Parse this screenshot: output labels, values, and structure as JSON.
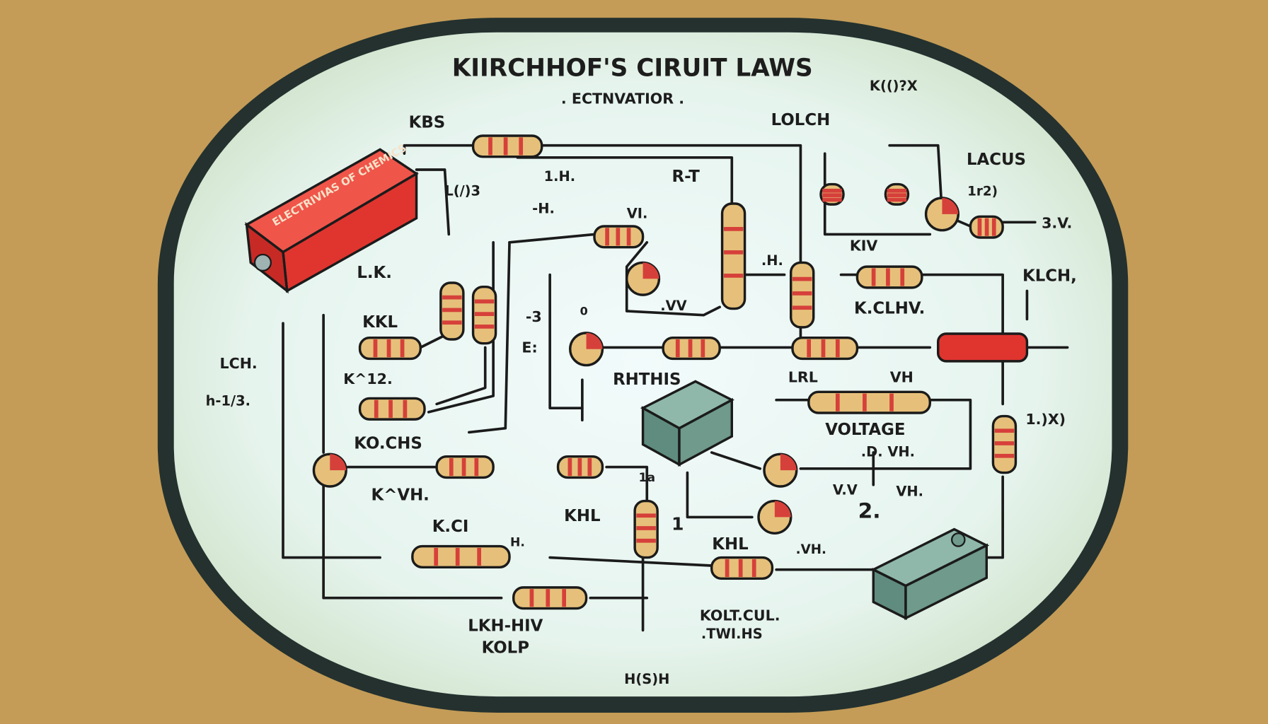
{
  "title": "KIIRCHHOF'S CIRUIT LAWS",
  "subtitle": ". ECTNVATIOR .",
  "battery_label": "ELECTRIVIAS OF CHEMICS",
  "colors": {
    "background": "#c49c57",
    "frame": "#24312f",
    "panel": "#eaf5f1",
    "battery": "#e0352f",
    "resistor": "#e6c07a",
    "band": "#d6403a",
    "device": "#6f9a8c"
  },
  "labels": [
    {
      "id": "kbs",
      "text": "KBS"
    },
    {
      "id": "lolch",
      "text": "LOLCH"
    },
    {
      "id": "kx",
      "text": "K(()?X"
    },
    {
      "id": "lacus",
      "text": "LACUS"
    },
    {
      "id": "lr2",
      "text": "1r2)"
    },
    {
      "id": "1h",
      "text": "1.H."
    },
    {
      "id": "rt",
      "text": "R-T"
    },
    {
      "id": "l3",
      "text": "L(/)3"
    },
    {
      "id": "h1",
      "text": "-H."
    },
    {
      "id": "vi",
      "text": "VI."
    },
    {
      "id": "3v",
      "text": "3.V."
    },
    {
      "id": "kiv",
      "text": "KIV"
    },
    {
      "id": "lk",
      "text": "L.K."
    },
    {
      "id": "h2",
      "text": ".H."
    },
    {
      "id": "klch",
      "text": "KLCH,"
    },
    {
      "id": "kclhv",
      "text": "K.CLHV."
    },
    {
      "id": "vv",
      "text": ".VV"
    },
    {
      "id": "kkl",
      "text": "KKL"
    },
    {
      "id": "m3",
      "text": "-3"
    },
    {
      "id": "e",
      "text": "E:"
    },
    {
      "id": "lch",
      "text": "LCH."
    },
    {
      "id": "rhthis",
      "text": "RHTHIS"
    },
    {
      "id": "lrl",
      "text": "LRL"
    },
    {
      "id": "vh1",
      "text": "VH"
    },
    {
      "id": "k12",
      "text": "K^12."
    },
    {
      "id": "h13",
      "text": "h-1/3."
    },
    {
      "id": "voltage",
      "text": "VOLTAGE"
    },
    {
      "id": "1x",
      "text": "1.)X)"
    },
    {
      "id": "kochs",
      "text": "KO.CHS"
    },
    {
      "id": "dvh",
      "text": ".D. VH."
    },
    {
      "id": "kvh",
      "text": "K^VH."
    },
    {
      "id": "khl1",
      "text": "KHL"
    },
    {
      "id": "vdotv",
      "text": "V.V"
    },
    {
      "id": "vh2",
      "text": "VH."
    },
    {
      "id": "two",
      "text": "2."
    },
    {
      "id": "one",
      "text": "1"
    },
    {
      "id": "1a",
      "text": "1a"
    },
    {
      "id": "kci",
      "text": "K.CI"
    },
    {
      "id": "h3",
      "text": "H."
    },
    {
      "id": "khl2",
      "text": "KHL"
    },
    {
      "id": "vh3",
      "text": ".VH."
    },
    {
      "id": "koltcul",
      "text": "KOLT.CUL."
    },
    {
      "id": "twihs",
      "text": ".TWI.HS"
    },
    {
      "id": "lkhhiv",
      "text": "LKH-HIV"
    },
    {
      "id": "kolp",
      "text": "KOLP"
    },
    {
      "id": "hsh",
      "text": "H(S)H"
    },
    {
      "id": "o",
      "text": "0"
    }
  ]
}
